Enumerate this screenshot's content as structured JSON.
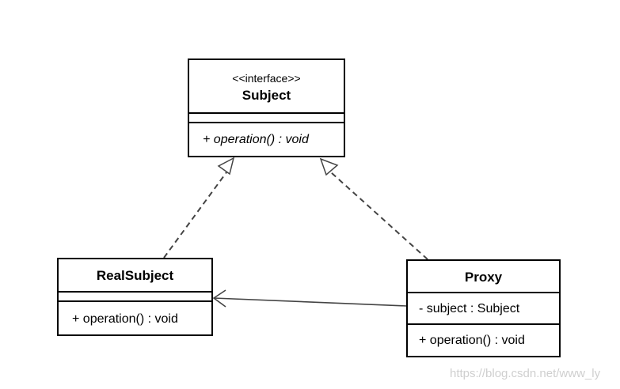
{
  "subject": {
    "stereotype": "<<interface>>",
    "name": "Subject",
    "operation": "+ operation() : void"
  },
  "real_subject": {
    "name": "RealSubject",
    "operation": "+ operation() : void"
  },
  "proxy": {
    "name": "Proxy",
    "attribute": "- subject : Subject",
    "operation": "+ operation() : void"
  },
  "watermark": "https://blog.csdn.net/www_ly"
}
